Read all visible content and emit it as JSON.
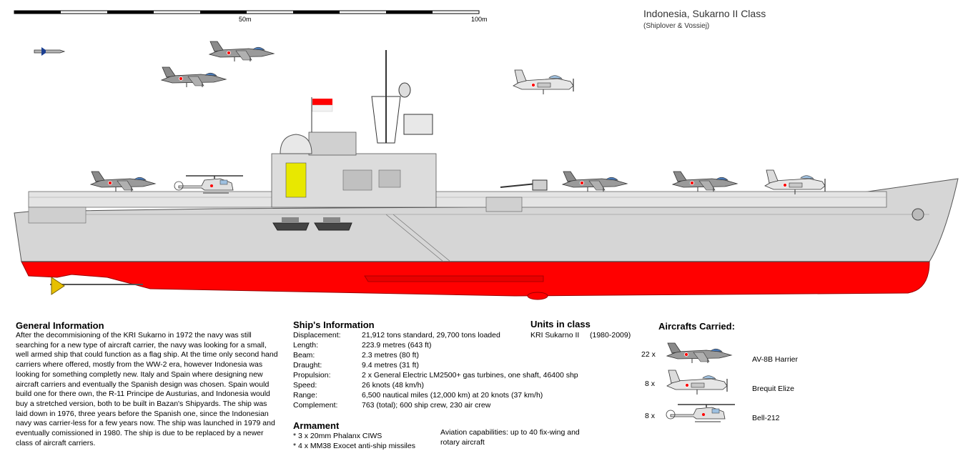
{
  "header": {
    "title": "Indonesia, Sukarno II Class",
    "credit": "(Shiplover & Vossiej)",
    "scale_labels": [
      "50m",
      "100m"
    ]
  },
  "general": {
    "heading": "General Information",
    "text": "After the decommisioning of the KRI Sukarno in 1972 the navy was still searching for a new type of aircraft carrier, the navy was looking for a small, well armed ship that could function as a flag ship. At the time only second hand carriers where offered, mostly from the WW-2 era, however Indonesia was looking for something completly new. Italy and Spain where designing new aircraft carriers and eventually the Spanish design was chosen. Spain would build one for there own, the R-11 Principe de Austurias, and Indonesia would buy a stretched version, both to be built in Bazan's Shipyards. The ship was laid down in 1976, three years before the Spanish one, since the Indonesian navy was carrier-less for a few years now. The ship was launched in 1979 and eventually comissioned in 1980. The ship is due to be replaced by a newer class of aircraft carriers."
  },
  "ship_info": {
    "heading": "Ship's Information",
    "rows": [
      {
        "label": "Displacement:",
        "value": "21,912 tons standard, 29,700 tons loaded"
      },
      {
        "label": "Length:",
        "value": "223.9 metres (643 ft)"
      },
      {
        "label": "Beam:",
        "value": "2.3 metres (80 ft)"
      },
      {
        "label": "Draught:",
        "value": "9.4 metres (31 ft)"
      },
      {
        "label": "Propulsion:",
        "value": "2 x General Electric LM2500+ gas turbines, one shaft, 46400 shp"
      },
      {
        "label": "Speed:",
        "value": "26 knots (48 km/h)"
      },
      {
        "label": "Range:",
        "value": "6,500 nautical miles (12,000 km) at 20 knots (37 km/h)"
      },
      {
        "label": "Complement:",
        "value": "763 (total); 600 ship crew, 230 air crew"
      }
    ]
  },
  "armament": {
    "heading": "Armament",
    "items": [
      "* 3 x 20mm Phalanx CIWS",
      "* 4 x MM38 Exocet anti-ship missiles"
    ],
    "aviation": [
      "Aviation capabilities: up to 40 fix-wing and",
      "rotary aircraft"
    ]
  },
  "units": {
    "heading": "Units in class",
    "name": "KRI Sukarno II",
    "years": "(1980-2009)"
  },
  "aircraft": {
    "heading": "Aircrafts Carried:",
    "items": [
      {
        "count": "22 x",
        "name": "AV-8B Harrier"
      },
      {
        "count": "8 x",
        "name": "Brequit Elize"
      },
      {
        "count": "8 x",
        "name": "Bell-212"
      }
    ]
  },
  "colors": {
    "hull_grey": "#d6d6d6",
    "hull_red": "#ff0000",
    "flag_red": "#ff0000"
  }
}
